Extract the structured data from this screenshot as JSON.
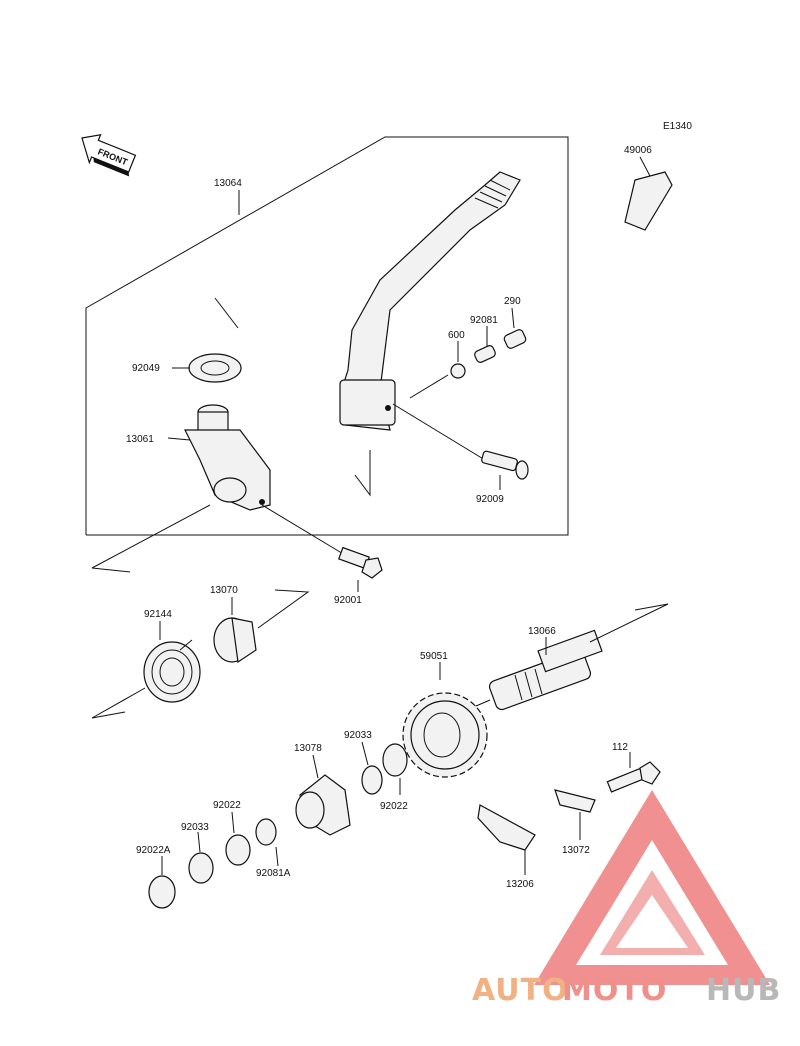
{
  "diagram": {
    "code": "E1340",
    "front_label": "FRONT",
    "parts": {
      "p49006": "49006",
      "p13064": "13064",
      "p290": "290",
      "p92081": "92081",
      "p600": "600",
      "p92049": "92049",
      "p13061": "13061",
      "p92009": "92009",
      "p92001": "92001",
      "p13070": "13070",
      "p92144": "92144",
      "p13066": "13066",
      "p59051": "59051",
      "p92033a": "92033",
      "p13078": "13078",
      "p92022a": "92022",
      "p112": "112",
      "p92022b": "92022",
      "p92033b": "92033",
      "p92022A": "92022A",
      "p92081A": "92081A",
      "p13072": "13072",
      "p13206": "13206"
    }
  },
  "watermark": {
    "text_a": "AUTO",
    "text_b": "MOTO",
    "text_c": "HUB",
    "color_a": "#f2b183",
    "color_b": "#f0908a",
    "color_c": "#b8b8b8",
    "triangle_color": "#ee7d7d"
  }
}
